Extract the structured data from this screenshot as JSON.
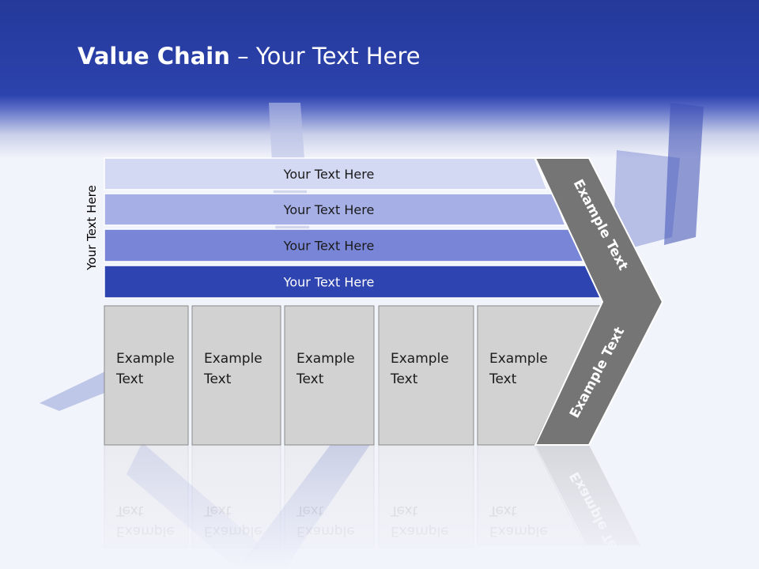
{
  "title": {
    "bold": "Value Chain",
    "rest": " – Your Text Here"
  },
  "side_label": "Your Text Here",
  "support_bars": [
    {
      "label": "Your Text Here",
      "fill": "#d3d8f3",
      "text_color": "#1a1a1a"
    },
    {
      "label": "Your Text Here",
      "fill": "#a6b0e6",
      "text_color": "#1a1a1a"
    },
    {
      "label": "Your Text Here",
      "fill": "#7986d8",
      "text_color": "#1a1a1a"
    },
    {
      "label": "Your Text Here",
      "fill": "#2e44b0",
      "text_color": "#ffffff"
    }
  ],
  "primary_cells": [
    {
      "line1": "Example",
      "line2": "Text"
    },
    {
      "line1": "Example",
      "line2": "Text"
    },
    {
      "line1": "Example",
      "line2": "Text"
    },
    {
      "line1": "Example",
      "line2": "Text"
    },
    {
      "line1": "Example",
      "line2": "Text"
    }
  ],
  "chevron": {
    "upper_label": "Example Text",
    "lower_label": "Example Text",
    "fill": "#757575"
  },
  "colors": {
    "header": "#2c43ad",
    "cell_fill": "#d2d2d2",
    "cell_stroke": "#8a8a8a"
  }
}
